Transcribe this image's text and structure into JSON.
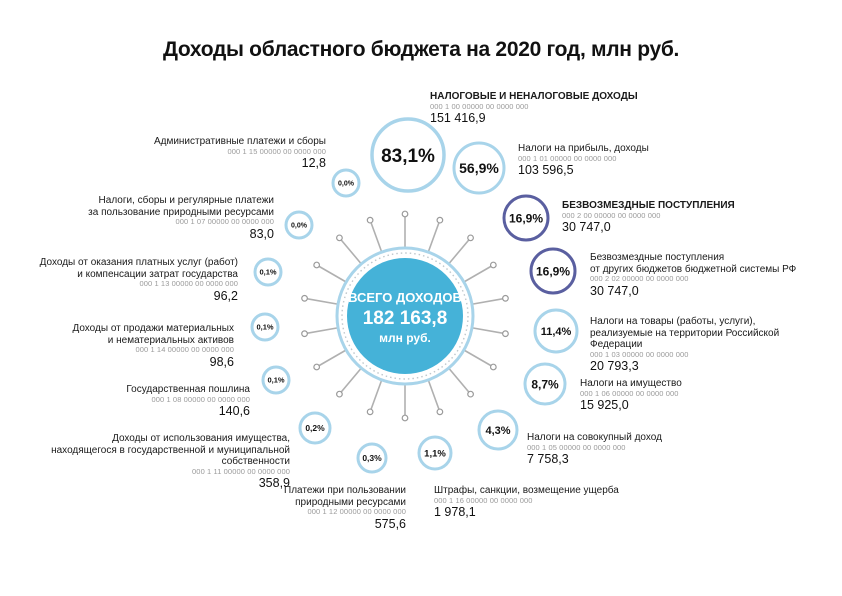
{
  "title": "Доходы областного бюджета на 2020 год, млн руб.",
  "colors": {
    "center": "#45b2d8",
    "ring_light": "#a8d4ea",
    "ring_dark": "#5a5fa0",
    "spoke": "#b0b0b0"
  },
  "center": {
    "line1": "ВСЕГО ДОХОДОВ",
    "value": "182 163,8",
    "unit": "млн руб."
  },
  "items": [
    {
      "id": "tax-nontax",
      "pct": "83,1%",
      "name_lines": [
        "НАЛОГОВЫЕ И НЕНАЛОГОВЫЕ ДОХОДЫ"
      ],
      "code": "000 1 00 00000 00 0000 000",
      "value": "151 416,9"
    },
    {
      "id": "profit",
      "pct": "56,9%",
      "name_lines": [
        "Налоги на прибыль, доходы"
      ],
      "code": "000 1 01 00000 00 0000 000",
      "value": "103 596,5"
    },
    {
      "id": "gratuitous",
      "pct": "16,9%",
      "name_lines": [
        "БЕЗВОЗМЕЗДНЫЕ ПОСТУПЛЕНИЯ"
      ],
      "code": "000 2 00 00000 00 0000 000",
      "value": "30 747,0"
    },
    {
      "id": "gratuitous-other",
      "pct": "16,9%",
      "name_lines": [
        "Безвозмездные поступления",
        "от других бюджетов бюджетной системы РФ"
      ],
      "code": "000 2 02 00000 00 0000 000",
      "value": "30 747,0"
    },
    {
      "id": "goods",
      "pct": "11,4%",
      "name_lines": [
        "Налоги на товары (работы, услуги),",
        "реализуемые на территории Российской Федерации"
      ],
      "code": "000 1 03 00000 00 0000 000",
      "value": "20 793,3"
    },
    {
      "id": "property",
      "pct": "8,7%",
      "name_lines": [
        "Налоги на имущество"
      ],
      "code": "000 1 06 00000 00 0000 000",
      "value": "15 925,0"
    },
    {
      "id": "aggregate",
      "pct": "4,3%",
      "name_lines": [
        "Налоги на совокупный доход"
      ],
      "code": "000 1 05 00000 00 0000 000",
      "value": "7 758,3"
    },
    {
      "id": "fines",
      "pct": "1,1%",
      "name_lines": [
        "Штрафы, санкции, возмещение ущерба"
      ],
      "code": "000 1 16 00000 00 0000 000",
      "value": "1 978,1"
    },
    {
      "id": "nature-payments",
      "pct": "0,3%",
      "name_lines": [
        "Платежи при пользовании",
        "природными ресурсами"
      ],
      "code": "000 1 12 00000 00 0000 000",
      "value": "575,6"
    },
    {
      "id": "property-use",
      "pct": "0,2%",
      "name_lines": [
        "Доходы от использования имущества,",
        "находящегося в государственной и муниципальной собственности"
      ],
      "code": "000 1 11 00000 00 0000 000",
      "value": "358,9"
    },
    {
      "id": "state-duty",
      "pct": "0,1%",
      "name_lines": [
        "Государственная пошлина"
      ],
      "code": "000 1 08 00000 00 0000 000",
      "value": "140,6"
    },
    {
      "id": "sales",
      "pct": "0,1%",
      "name_lines": [
        "Доходы от продажи материальных",
        "и нематериальных активов"
      ],
      "code": "000 1 14 00000 00 0000 000",
      "value": "98,6"
    },
    {
      "id": "paid-services",
      "pct": "0,1%",
      "name_lines": [
        "Доходы от оказания платных услуг (работ)",
        "и компенсации затрат государства"
      ],
      "code": "000 1 13 00000 00 0000 000",
      "value": "96,2"
    },
    {
      "id": "resource-fees",
      "pct": "0,0%",
      "name_lines": [
        "Налоги, сборы и регулярные платежи",
        "за пользование природными ресурсами"
      ],
      "code": "000 1 07 00000 00 0000 000",
      "value": "83,0"
    },
    {
      "id": "admin-fees",
      "pct": "0,0%",
      "name_lines": [
        "Административные платежи и сборы"
      ],
      "code": "000 1 15 00000 00 0000 000",
      "value": "12,8"
    }
  ]
}
